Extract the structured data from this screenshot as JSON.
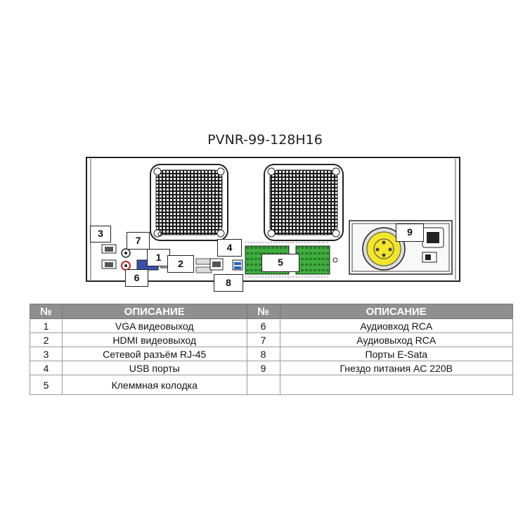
{
  "title": "PVNR-99-128H16",
  "callouts": [
    "1",
    "2",
    "3",
    "4",
    "5",
    "6",
    "7",
    "8",
    "9"
  ],
  "table": {
    "headers": [
      "№",
      "ОПИСАНИЕ",
      "№",
      "ОПИСАНИЕ"
    ],
    "rows": [
      {
        "n1": "1",
        "d1": "VGA видеовыход",
        "n2": "6",
        "d2": "Аудиовход RCA"
      },
      {
        "n1": "2",
        "d1": "HDMI видеовыход",
        "n2": "7",
        "d2": "Аудиовыход RCA"
      },
      {
        "n1": "3",
        "d1": "Сетевой разъём RJ-45",
        "n2": "8",
        "d2": "Порты E-Sata"
      },
      {
        "n1": "4",
        "d1": "USB порты",
        "n2": "9",
        "d2": "Гнездо питания AC 220В"
      },
      {
        "n1": "5",
        "d1": "Клеммная колодка",
        "n2": "",
        "d2": ""
      }
    ]
  }
}
